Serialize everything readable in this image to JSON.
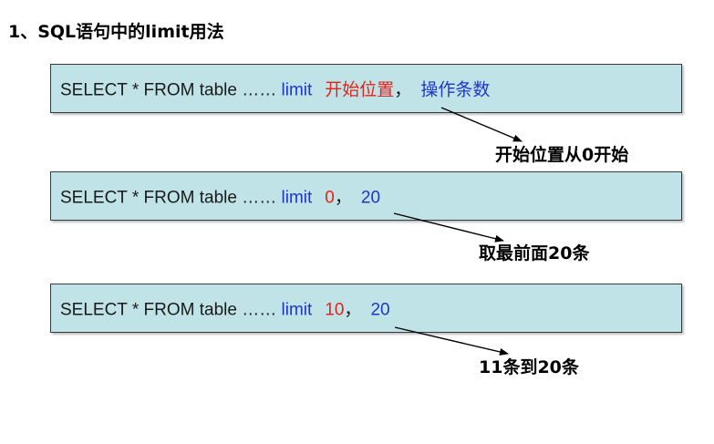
{
  "title": "1、SQL语句中的limit用法",
  "examples": [
    {
      "prefix": "SELECT * FROM table …… ",
      "keyword": "limit",
      "arg1": "开始位置",
      "separator": "，",
      "arg2": "操作条数",
      "note": "开始位置从0开始"
    },
    {
      "prefix": "SELECT * FROM table …… ",
      "keyword": "limit",
      "arg1": "0",
      "separator": "，",
      "arg2": "20",
      "note": "取最前面20条"
    },
    {
      "prefix": "SELECT * FROM table …… ",
      "keyword": "limit",
      "arg1": "10",
      "separator": "，",
      "arg2": "20",
      "note": "11条到20条"
    }
  ],
  "colors": {
    "box_fill": "#bfe3e7",
    "keyword": "#1f36c7",
    "start_arg": "#e2241c",
    "count_arg": "#1f36c7"
  }
}
